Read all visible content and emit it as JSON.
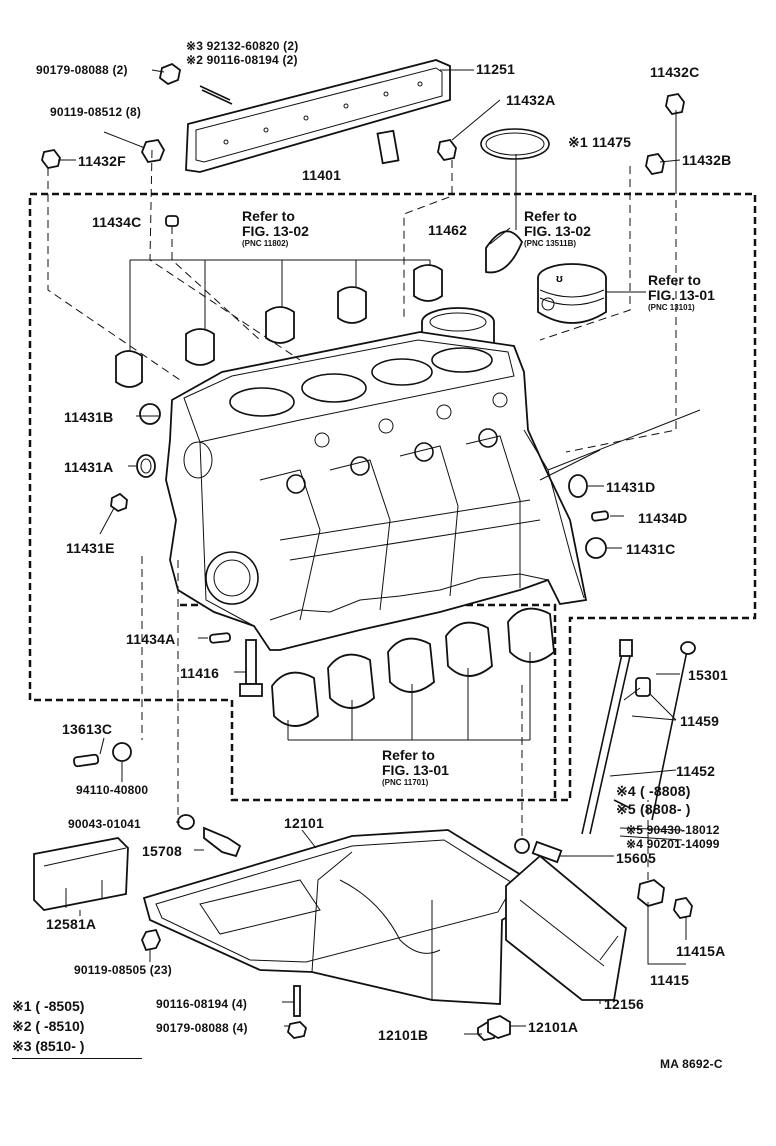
{
  "labels": {
    "p92132": "※3 92132-60820 (2)",
    "p90116a": "※2 90116-08194 (2)",
    "p90179a": "90179-08088 (2)",
    "p11251": "11251",
    "p90119a": "90119-08512 (8)",
    "p11432A": "11432A",
    "p11432C": "11432C",
    "p11475": "※1 11475",
    "p11432F": "11432F",
    "p11432B": "11432B",
    "p11401": "11401",
    "p11434C": "11434C",
    "p11462": "11462",
    "p11431B": "11431B",
    "p11431A": "11431A",
    "p11431E": "11431E",
    "p11431D": "11431D",
    "p11434D": "11434D",
    "p11431C": "11431C",
    "p11434A": "11434A",
    "p11416": "11416",
    "p15301": "15301",
    "p11459": "11459",
    "p11452": "11452",
    "p13613C": "13613C",
    "p94110": "94110-40800",
    "p90043": "90043-01041",
    "p12101": "12101",
    "p15708": "15708",
    "p12581A": "12581A",
    "p90119b": "90119-08505 (23)",
    "p90116b": "90116-08194 (4)",
    "p90179b": "90179-08088 (4)",
    "p12101B": "12101B",
    "p12101A": "12101A",
    "p12156": "12156",
    "p11415A": "11415A",
    "p11415": "11415",
    "p15605": "15605",
    "p4a": "※4 (         -8808)",
    "p5a": "※5 (8808-         )",
    "p5b": "※5 90430-18012",
    "p4b": "※4 90201-14099",
    "code": "MA 8692-C"
  },
  "refs": {
    "r1": {
      "line1": "Refer to",
      "line2": "FIG. 13-02",
      "pnc": "(PNC 11802)"
    },
    "r2": {
      "line1": "Refer to",
      "line2": "FIG. 13-02",
      "pnc": "(PNC 13511B)"
    },
    "r3": {
      "line1": "Refer to",
      "line2": "FIG. 13-01",
      "pnc": "(PNC 13101)"
    },
    "r4": {
      "line1": "Refer to",
      "line2": "FIG. 13-01",
      "pnc": "(PNC 11701)"
    }
  },
  "notes": {
    "n1": "※1 (         -8505)",
    "n2": "※2 (         -8510)",
    "n3": "※3 (8510-         )"
  }
}
